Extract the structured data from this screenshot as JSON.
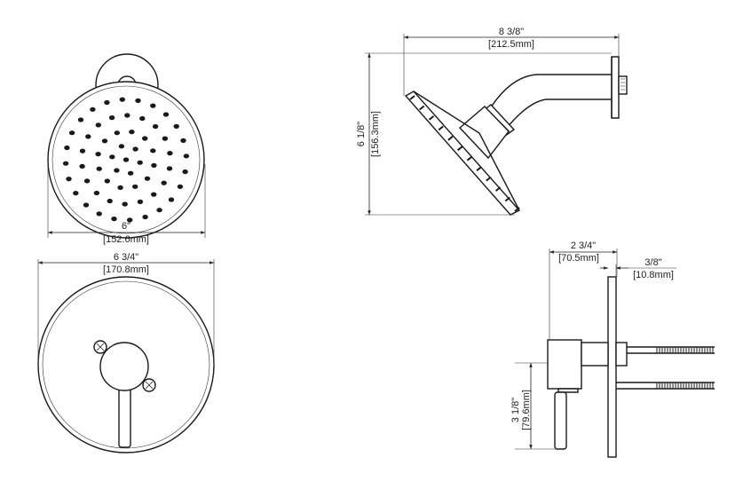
{
  "dimensions": {
    "showerhead_width": {
      "imperial": "6\"",
      "metric": "[152.6mm]"
    },
    "trim_plate_width": {
      "imperial": "6 3/4\"",
      "metric": "[170.8mm]"
    },
    "arm_reach": {
      "imperial": "8 3/8\"",
      "metric": "[212.5mm]"
    },
    "arm_drop": {
      "imperial": "6 1/8\"",
      "metric": "[156.3mm]"
    },
    "valve_depth": {
      "imperial": "2 3/4\"",
      "metric": "[70.5mm]"
    },
    "plate_thickness": {
      "imperial": "3/8\"",
      "metric": "[10.8mm]"
    },
    "handle_length": {
      "imperial": "3 1/8\"",
      "metric": "[79.6mm]"
    }
  }
}
